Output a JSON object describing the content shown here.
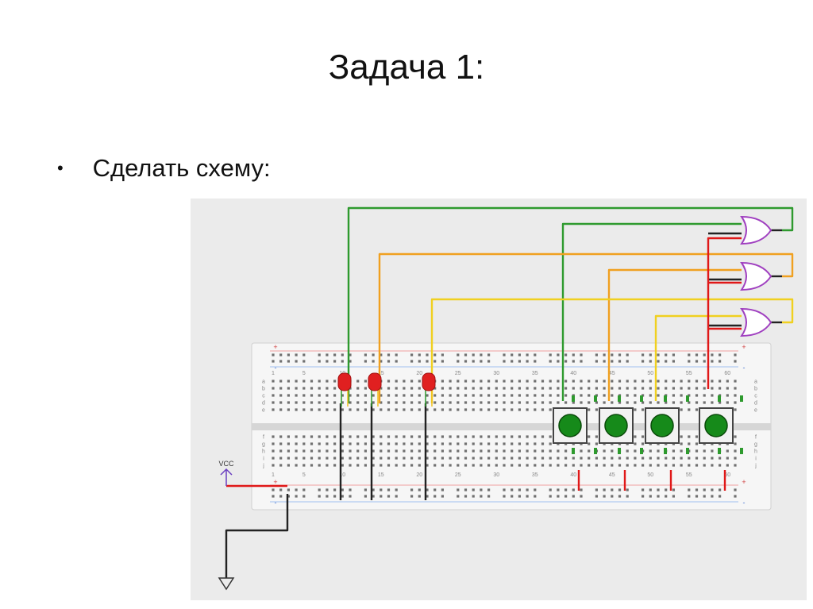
{
  "slide": {
    "title": "Задача 1:",
    "bullet": "Сделать схему:"
  },
  "diagram": {
    "vcc_label": "VCC",
    "column_numbers": [
      "1",
      "5",
      "10",
      "15",
      "20",
      "25",
      "30",
      "35",
      "40",
      "45",
      "50",
      "55",
      "60"
    ],
    "row_letters_top": [
      "a",
      "b",
      "c",
      "d",
      "e"
    ],
    "row_letters_bottom": [
      "f",
      "g",
      "h",
      "i",
      "j"
    ],
    "rail_signs": [
      "+",
      "-"
    ],
    "leds": [
      {
        "name": "led-1",
        "color": "#e02020"
      },
      {
        "name": "led-2",
        "color": "#e02020"
      },
      {
        "name": "led-3",
        "color": "#e02020"
      }
    ],
    "buttons": [
      "button-1",
      "button-2",
      "button-3",
      "button-4"
    ],
    "gates": [
      "or-gate-1",
      "or-gate-2",
      "or-gate-3"
    ],
    "wire_colors": {
      "green": "#2e9a2e",
      "orange": "#f0a020",
      "yellow": "#f0d020",
      "red": "#e01818",
      "black": "#222222",
      "gate": "#a040c0",
      "vcc": "#6a3fc0"
    }
  }
}
